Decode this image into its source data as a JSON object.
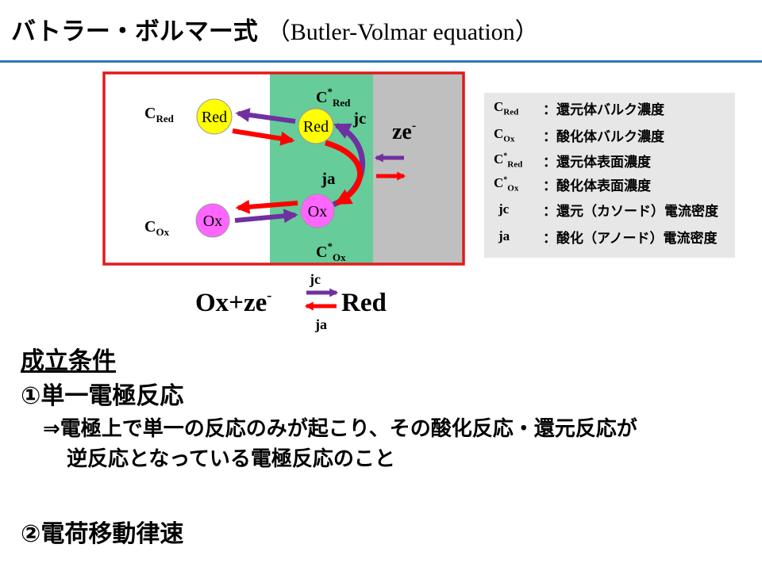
{
  "header": {
    "title_ja": "バトラー・ボルマー式",
    "title_en": "（Butler-Volmar equation）"
  },
  "diagram": {
    "c_red": "C",
    "c_red_sub": "Red",
    "c_ox": "C",
    "c_ox_sub": "Ox",
    "cs_red": "C",
    "cs_red_sup": "*",
    "cs_red_sub": "Red",
    "cs_ox": "C",
    "cs_ox_sup": "*",
    "cs_ox_sub": "Ox",
    "red_bulk_label": "Red",
    "red_surf_label": "Red",
    "ox_bulk_label": "Ox",
    "ox_surf_label": "Ox",
    "jc_label": "jc",
    "ja_label": "ja",
    "electron_label": "ze",
    "electron_sup": "-",
    "eq_left": "Ox+ze",
    "eq_left_sup": "-",
    "eq_right": "Red",
    "eq_jc": "jc",
    "eq_ja": "ja",
    "colors": {
      "frame": "#e01b1b",
      "surface_layer": "#66cc99",
      "electrode": "#bfbfbf",
      "red_species": "#ffff00",
      "ox_species": "#ff66ff",
      "cathodic_arrow": "#7030a0",
      "anodic_arrow": "#ff0000"
    }
  },
  "legend": {
    "items": [
      {
        "sym": "C",
        "sup": "",
        "sub": "Red",
        "desc": "：還元体バルク濃度"
      },
      {
        "sym": "C",
        "sup": "",
        "sub": "Ox",
        "desc": "：酸化体バルク濃度"
      },
      {
        "sym": "C",
        "sup": "*",
        "sub": "Red",
        "desc": "：還元体表面濃度"
      },
      {
        "sym": "C",
        "sup": "*",
        "sub": "Ox",
        "desc": "：酸化体表面濃度"
      },
      {
        "sym": "jc",
        "sup": "",
        "sub": "",
        "desc": "：還元（カソード）電流密度"
      },
      {
        "sym": "ja",
        "sup": "",
        "sub": "",
        "desc": "：酸化（アノード）電流密度"
      }
    ]
  },
  "conditions": {
    "heading": "成立条件",
    "item1": "①単一電極反応",
    "item1_desc_line1": "⇒電極上で単一の反応のみが起こり、その酸化反応・還元反応が",
    "item1_desc_line2": "逆反応となっている電極反応のこと",
    "item2": "②電荷移動律速"
  }
}
